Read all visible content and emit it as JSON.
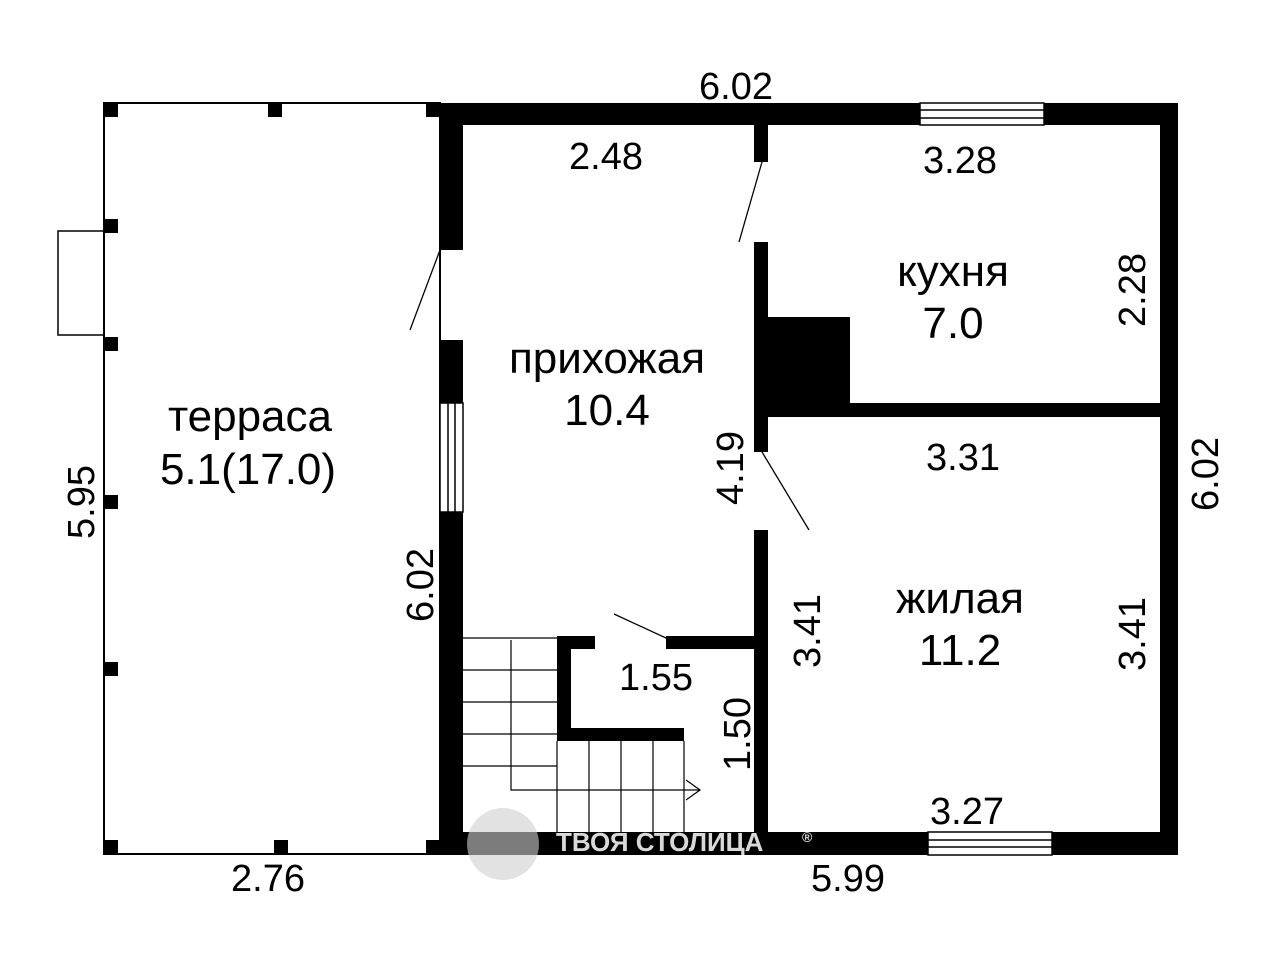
{
  "rooms": {
    "terrace": {
      "name": "терраса",
      "area": "5.1(17.0)"
    },
    "hallway": {
      "name": "прихожая",
      "area": "10.4"
    },
    "kitchen": {
      "name": "кухня",
      "area": "7.0"
    },
    "living": {
      "name": "жилая",
      "area": "11.2"
    }
  },
  "dimensions": {
    "top_total": "6.02",
    "hall_top": "2.48",
    "kitchen_top": "3.28",
    "kitchen_right": "2.28",
    "house_right": "6.02",
    "terrace_left": "5.95",
    "terrace_bottom": "2.76",
    "house_left": "6.02",
    "hall_partition": "4.19",
    "living_top": "3.31",
    "living_left": "3.41",
    "living_right": "3.41",
    "stair_width": "1.55",
    "stair_height": "1.50",
    "living_bottom": "3.27",
    "house_bottom": "5.99"
  },
  "watermark": {
    "text": "ТВОЯ СТОЛИЦА",
    "mark": "®"
  },
  "colors": {
    "wall": "#000000",
    "background": "#ffffff"
  }
}
